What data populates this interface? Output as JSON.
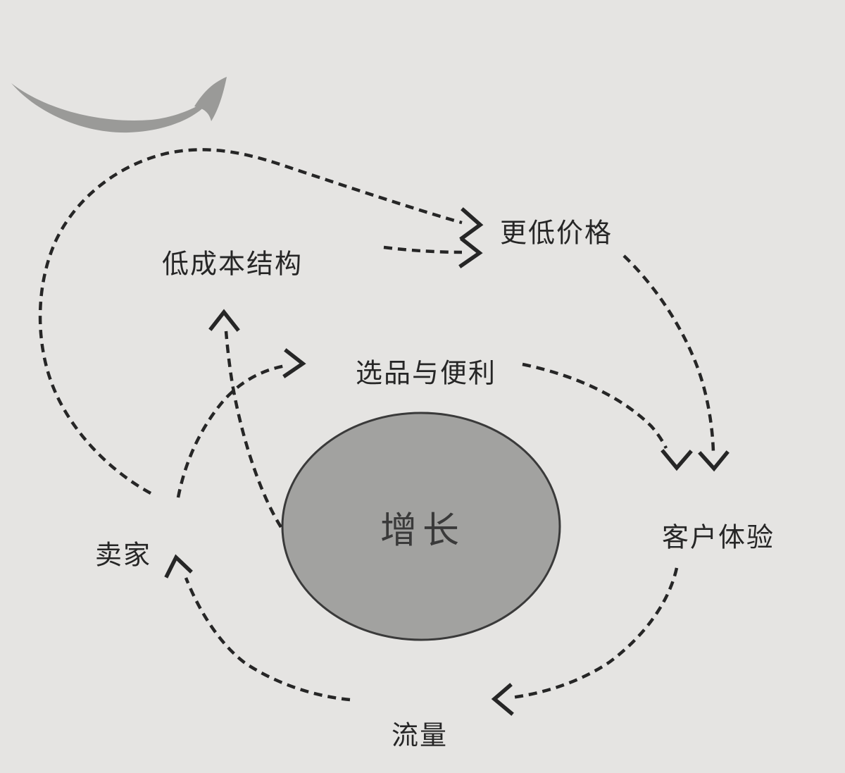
{
  "diagram": {
    "type": "flywheel-cycle-diagram",
    "logo_icon": "amazon-smile-arrow",
    "labels": {
      "growth": "增长",
      "low_cost_structure": "低成本结构",
      "lower_prices": "更低价格",
      "selection_convenience": "选品与便利",
      "customer_experience": "客户体验",
      "sellers": "卖家",
      "traffic": "流量"
    },
    "nodes": [
      {
        "id": "growth",
        "label": "增长",
        "shape": "filled-ellipse-center"
      },
      {
        "id": "low-cost-structure",
        "label": "低成本结构"
      },
      {
        "id": "lower-prices",
        "label": "更低价格"
      },
      {
        "id": "selection-convenience",
        "label": "选品与便利"
      },
      {
        "id": "customer-experience",
        "label": "客户体验"
      },
      {
        "id": "sellers",
        "label": "卖家"
      },
      {
        "id": "traffic",
        "label": "流量"
      }
    ],
    "edges": [
      {
        "from": "sellers",
        "to": "lower-prices",
        "style": "dashed",
        "path": "long-arc-around-left-and-top"
      },
      {
        "from": "low-cost-structure",
        "to": "lower-prices",
        "style": "dashed",
        "path": "short-straight-right"
      },
      {
        "from": "growth",
        "to": "low-cost-structure",
        "style": "dashed",
        "path": "curve-up-from-circle"
      },
      {
        "from": "sellers",
        "to": "selection-convenience",
        "style": "dashed",
        "path": "curve-up-right"
      },
      {
        "from": "selection-convenience",
        "to": "customer-experience",
        "style": "dashed",
        "path": "arc-down-right"
      },
      {
        "from": "lower-prices",
        "to": "customer-experience",
        "style": "dashed",
        "path": "arc-down"
      },
      {
        "from": "customer-experience",
        "to": "traffic",
        "style": "dashed",
        "path": "arc-down-left"
      },
      {
        "from": "traffic",
        "to": "sellers",
        "style": "dashed",
        "path": "arc-up-left"
      }
    ],
    "colors": {
      "background": "#e5e4e2",
      "circle_fill": "#a2a2a0",
      "circle_stroke": "#3a3a3a",
      "arrow": "#262626",
      "text": "#262626",
      "logo": "#9a9a98"
    }
  }
}
